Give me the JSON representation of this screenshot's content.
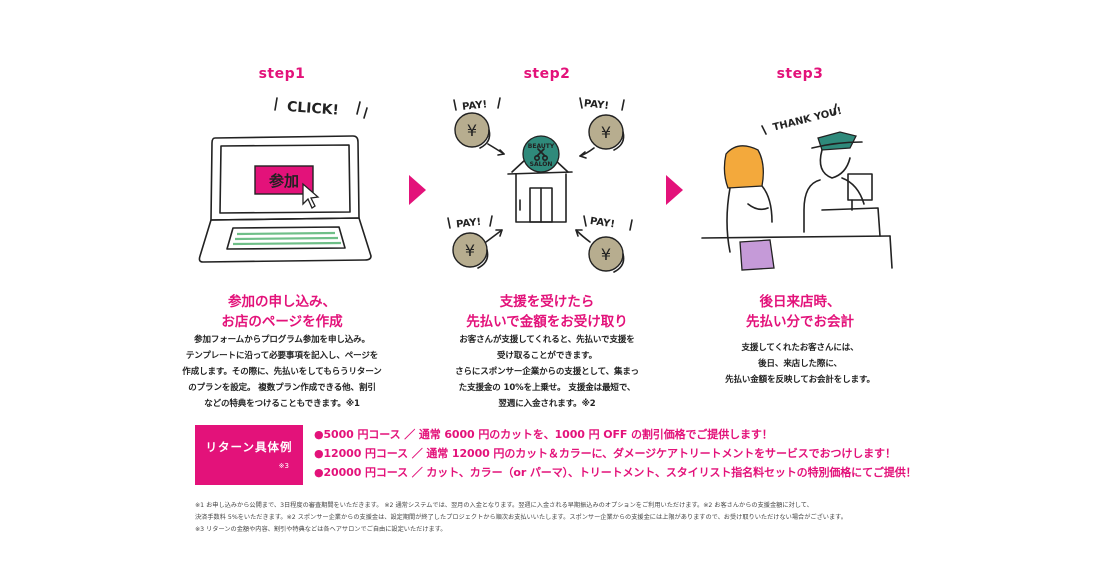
{
  "steps": [
    {
      "label": "step1",
      "shout": "CLICK!",
      "screen_button": "参加",
      "heading_line1": "参加の申し込み、",
      "heading_line2": "お店のページを作成",
      "body": [
        "参加フォームからプログラム参加を申し込み。",
        "テンプレートに沿って必要事項を記入し、ページを",
        "作成します。その際に、先払いをしてもらうリターン",
        "のプランを設定。 複数プラン作成できる他、割引",
        "などの特典をつけることもできます。※1"
      ]
    },
    {
      "label": "step2",
      "pay": "PAY!",
      "salon_badge": "BEAUTY SALON",
      "coin_symbol": "¥",
      "heading_line1": "支援を受けたら",
      "heading_line2": "先払いで金額をお受け取り",
      "body": [
        "お客さんが支援してくれると、先払いで支援を",
        "受け取ることができます。",
        "さらにスポンサー企業からの支援として、集まっ",
        "た支援金の 10%を上乗せ。 支援金は最短で、",
        "翌週に入金されます。※2"
      ]
    },
    {
      "label": "step3",
      "shout": "THANK YOU!",
      "heading_line1": "後日来店時、",
      "heading_line2": "先払い分でお会計",
      "body": [
        "支援してくれたお客さんには、",
        "後日、来店した際に、",
        "先払い金額を反映してお会計をします。"
      ]
    }
  ],
  "returns": {
    "title": "リターン具体例",
    "note": "※3",
    "courses": [
      "●5000 円コース ／ 通常 6000 円のカットを、1000 円 OFF の割引価格でご提供します！",
      "●12000 円コース ／ 通常 12000 円のカット＆カラーに、ダメージケアトリートメントをサービスでおつけします！",
      "●20000 円コース ／ カット、カラー（or パーマ）、トリートメント、スタイリスト指名料セットの特別価格にてご提供！"
    ]
  },
  "footnotes": [
    "※1 お申し込みから公開まで、3日程度の審査期間をいただきます。 ※2 通常システムでは、翌月の入金となります。翌週に入金される早期振込みのオプションをご利用いただけます。※2 お客さんからの支援金額に対して、",
    "決済手数料 5%をいただきます。※2 スポンサー企業からの支援金は、設定期間が終了したプロジェクトから順次お支払いいたします。スポンサー企業からの支援金には上限がありますので、お受け取りいただけない場合がございます。",
    "※3 リターンの金額や内容、割引や特典などは各ヘアサロンでご自由に設定いただけます。"
  ],
  "colors": {
    "accent": "#e3127a",
    "coin": "#b7ad8f",
    "green": "#2f8a7b",
    "hair": "#f3a93c",
    "skirt": "#c59ad8",
    "keyboard": "#6fbf88"
  }
}
